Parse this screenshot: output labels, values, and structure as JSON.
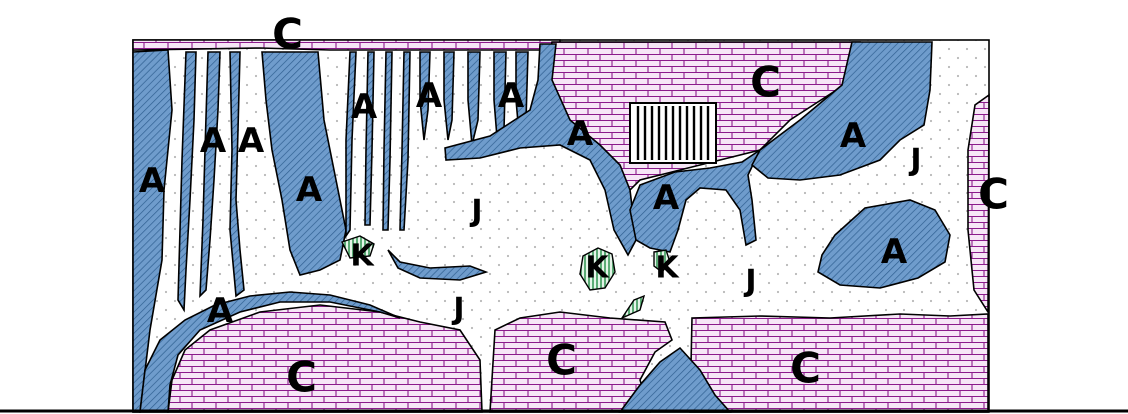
{
  "units": {
    "A": {
      "label": "A",
      "color": "#5b8bbd"
    },
    "C": {
      "label": "C",
      "color": "#8b1a8b"
    },
    "J": {
      "label": "J",
      "color": "#b8b8b8"
    },
    "K": {
      "label": "K",
      "color": "#3a9a5a"
    }
  },
  "labels": {
    "c1": "C",
    "c2": "C",
    "c3": "C",
    "c4": "C",
    "c5": "C",
    "c6": "C",
    "a1": "A",
    "a2": "A",
    "a3": "A",
    "a4": "A",
    "a5": "A",
    "a6": "A",
    "a7": "A",
    "a8": "A",
    "a9": "A",
    "a10": "A",
    "a11": "A",
    "a12": "A",
    "j1": "J",
    "j2": "J",
    "j3": "J",
    "j4": "J",
    "k1": "K",
    "k2": "K",
    "k3": "K"
  }
}
